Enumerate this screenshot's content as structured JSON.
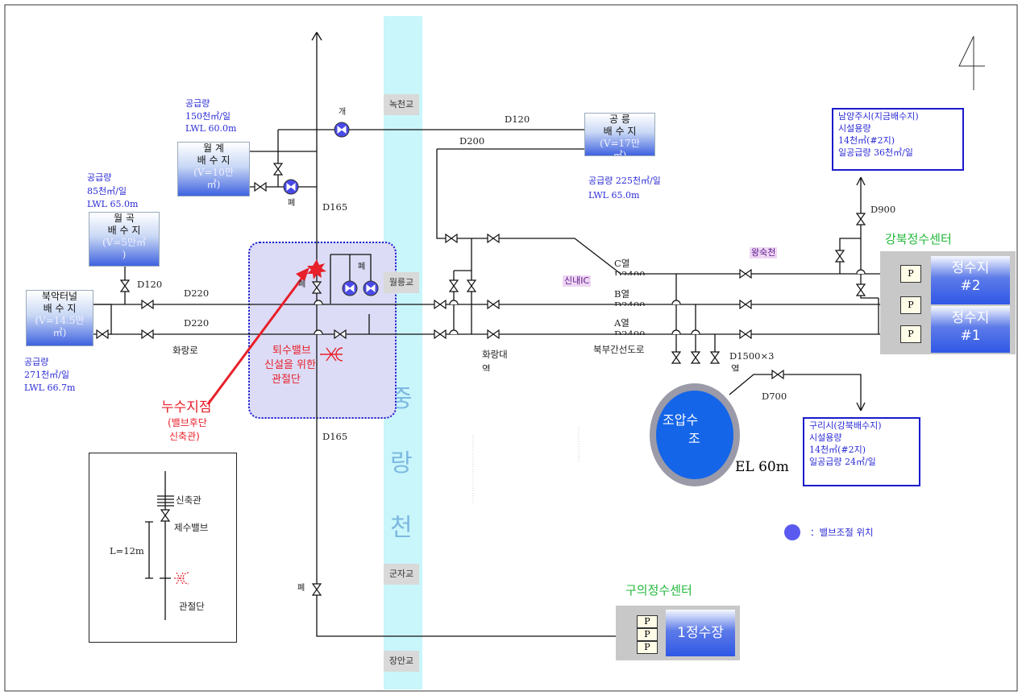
{
  "page_number": "4",
  "river": {
    "chars": [
      "중",
      "랑",
      "천"
    ]
  },
  "bridges": [
    "녹천교",
    "월릉교",
    "군자교",
    "장안교"
  ],
  "reservoirs": {
    "wolgye": {
      "l1": "월    계",
      "l2": "배 수 지",
      "l3": "(V=10만",
      "l4": "㎥)",
      "supply1": "공급량",
      "supply2": "150천㎥/일",
      "supply3": "LWL 60.0m"
    },
    "wolgok": {
      "l1": "월    곡",
      "l2": "배 수 지",
      "l3": "(V=5만㎥",
      "l4": ")",
      "supply1": "공급량",
      "supply2": "85천㎥/일",
      "supply3": "LWL 65.0m"
    },
    "bugak": {
      "l1": "북악터널",
      "l2": "배 수 지",
      "l3": "(V=14.5만",
      "l4": "㎥)",
      "supply1": "공급량",
      "supply2": "271천㎥/일",
      "supply3": "LWL 66.7m"
    },
    "gongneung": {
      "l1": "공    릉",
      "l2": "배 수 지",
      "l3": "(V=17만",
      "l4": "㎥)",
      "supply1": "공급량 225천㎥/일",
      "supply2": "LWL 65.0m"
    }
  },
  "valve_status": {
    "open": "개",
    "closed": "폐"
  },
  "pipe_labels": {
    "d120_top": "D120",
    "d200": "D200",
    "d165_top": "D165",
    "d165_bot": "D165",
    "d120_left": "D120",
    "d220_a": "D220",
    "d220_b": "D220",
    "d900": "D900",
    "d700": "D700",
    "d1500": "D1500×3",
    "line_c": "C열",
    "line_b": "B열",
    "line_a": "A열",
    "dia_c": "D2400",
    "dia_b": "D2400",
    "dia_a": "D2400",
    "hwarangro": "화랑로",
    "hwarangdae": "화랑대",
    "yeok": "역",
    "bukbu": "북부간선도로",
    "yeol": "열"
  },
  "tags": {
    "sinnae_ic": "신내IC",
    "wangsuk": "왕숙천"
  },
  "namyangju": {
    "l1": "남양주시(지금배수지)",
    "l2": "시설용량",
    "l3": "14천㎥(#2지)",
    "l4": "일공급량 36천㎥/일"
  },
  "guri": {
    "l1": "구리시(강북배수지)",
    "l2": "시설용량",
    "l3": "14천㎥(#2지)",
    "l4": "일공급량 24㎥/일"
  },
  "gangbuk": {
    "title": "강북정수센터",
    "tank2a": "정수지",
    "tank2b": "#2",
    "tank1a": "정수지",
    "tank1b": "#1",
    "pump": "P"
  },
  "guui": {
    "title": "구의정수센터",
    "plant": "1정수장",
    "pump": "P"
  },
  "surge_tank": {
    "l1": "조압수",
    "l2": "조",
    "el": "EL 60m"
  },
  "leak": {
    "l1": "누수지점",
    "l2": "(밸브후단",
    "l3": "신축관)"
  },
  "cut": {
    "l1": "퇴수밸브",
    "l2": "신설을 위한",
    "l3": "관절단"
  },
  "legend": {
    "label": "：밸브조절 위치"
  },
  "inset": {
    "expansion": "신축관",
    "valve": "제수밸브",
    "length": "L=12m",
    "cut": "관절단"
  },
  "colors": {
    "pipe": "#111111",
    "valve_ctrl": "#4a4ae8",
    "highlight_zone": "#dcdcf6",
    "zone_border": "#1a1acc",
    "leak_arrow": "#e8202a",
    "river": "#c8f6fb"
  }
}
